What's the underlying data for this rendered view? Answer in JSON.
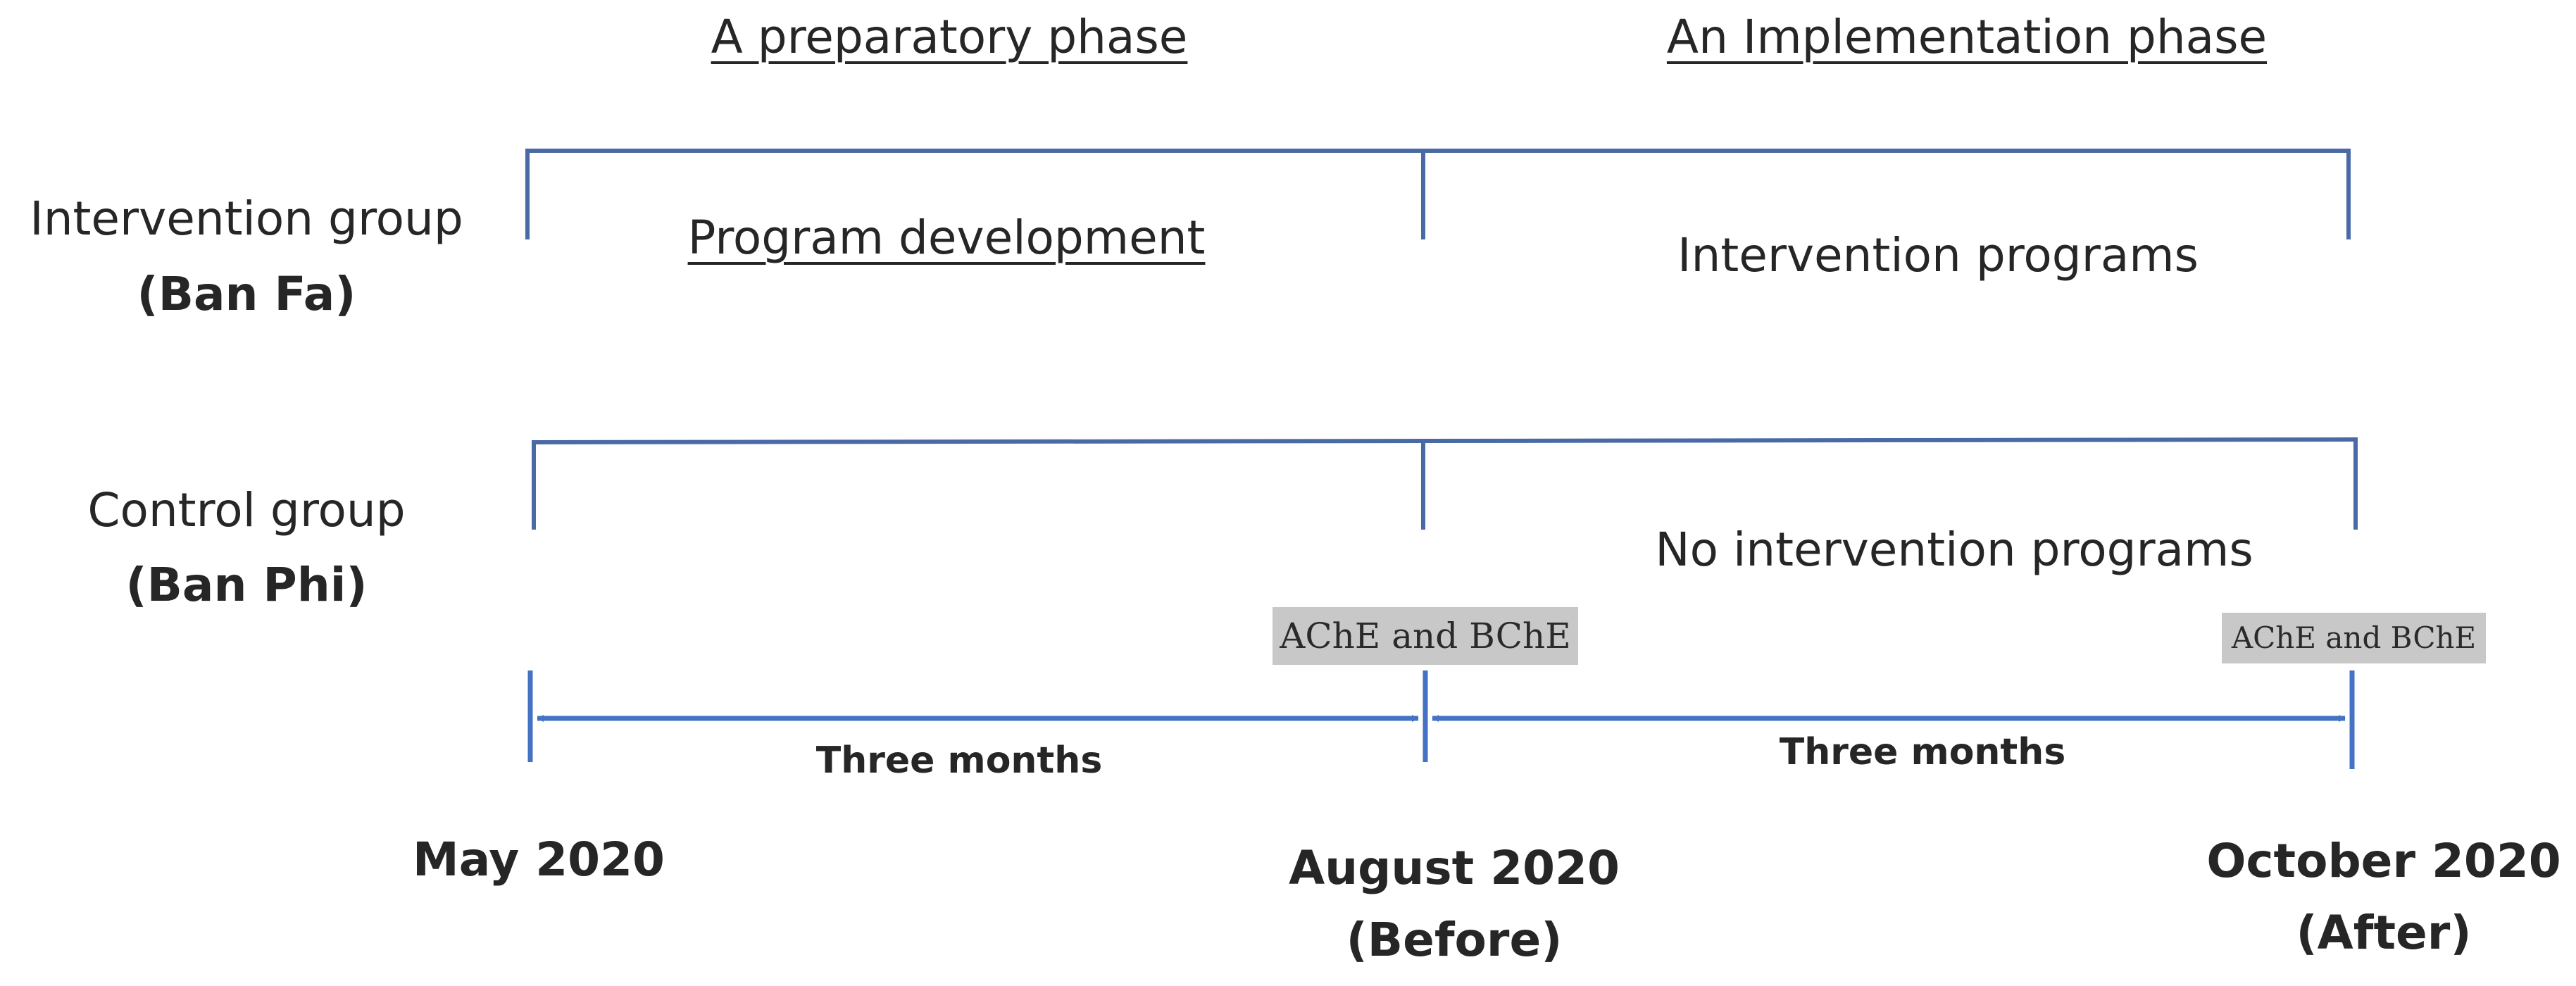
{
  "phases": {
    "preparatory": "A preparatory phase",
    "implementation": "An Implementation phase"
  },
  "groups": {
    "intervention": {
      "name": "Intervention group",
      "site": "(Ban Fa)",
      "preparatory_activity": "Program development",
      "implementation_activity": "Intervention programs"
    },
    "control": {
      "name": "Control group",
      "site": "(Ban Phi)",
      "implementation_activity": "No intervention programs"
    }
  },
  "measurements": {
    "before": "AChE and BChE",
    "after": "AChE and BChE"
  },
  "durations": {
    "first": "Three months",
    "second": "Three months"
  },
  "dates": {
    "start": "May 2020",
    "mid": "August 2020",
    "mid_note": "(Before)",
    "end": "October 2020",
    "end_note": "(After)"
  },
  "colors": {
    "bracket_line": "#4a6aa6",
    "arrow": "#4472c4",
    "assay_highlight": "#c8c8c8",
    "text": "#262626"
  }
}
